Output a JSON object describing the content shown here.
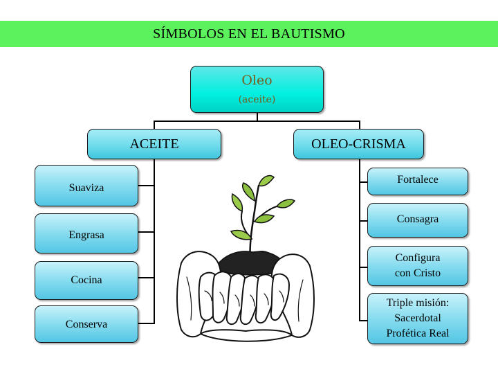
{
  "title": "SÍMBOLOS EN EL BAUTISMO",
  "root": {
    "title": "Oleo",
    "subtitle": "(aceite)"
  },
  "left_category": {
    "label": "ACEITE",
    "items": [
      "Suaviza",
      "Engrasa",
      "Cocina",
      "Conserva"
    ]
  },
  "right_category": {
    "label": "OLEO-CRISMA",
    "items": [
      [
        "Fortalece"
      ],
      [
        "Consagra"
      ],
      [
        "Configura",
        "con Cristo"
      ],
      [
        "Triple misión:",
        "Sacerdotal",
        "Profética Real"
      ]
    ]
  },
  "colors": {
    "title_bar": "#5cf25e",
    "root_box": "#00f0e0",
    "category_box": "#6fdcec",
    "leaf_box": "#87dcef",
    "root_text": "#7a5a16"
  },
  "illustration": "hands-holding-seedling"
}
